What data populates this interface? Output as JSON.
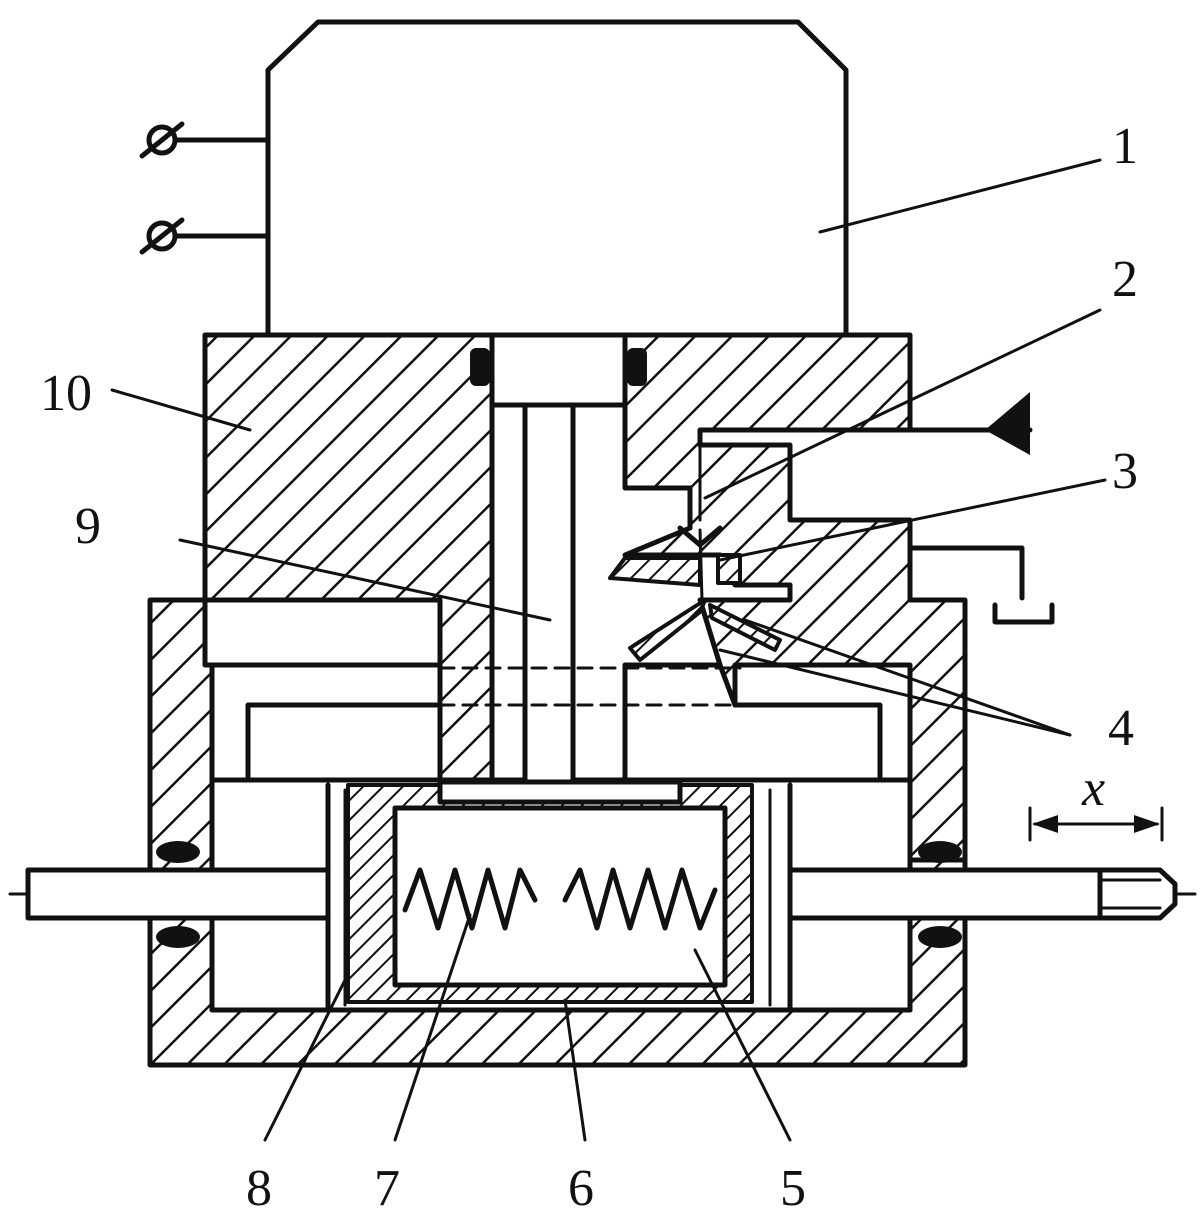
{
  "labels": {
    "l1": "1",
    "l2": "2",
    "l3": "3",
    "l4": "4",
    "l5": "5",
    "l6": "6",
    "l7": "7",
    "l8": "8",
    "l9": "9",
    "l10": "10",
    "x": "x"
  },
  "colors": {
    "line": "#111111",
    "background": "#ffffff"
  }
}
